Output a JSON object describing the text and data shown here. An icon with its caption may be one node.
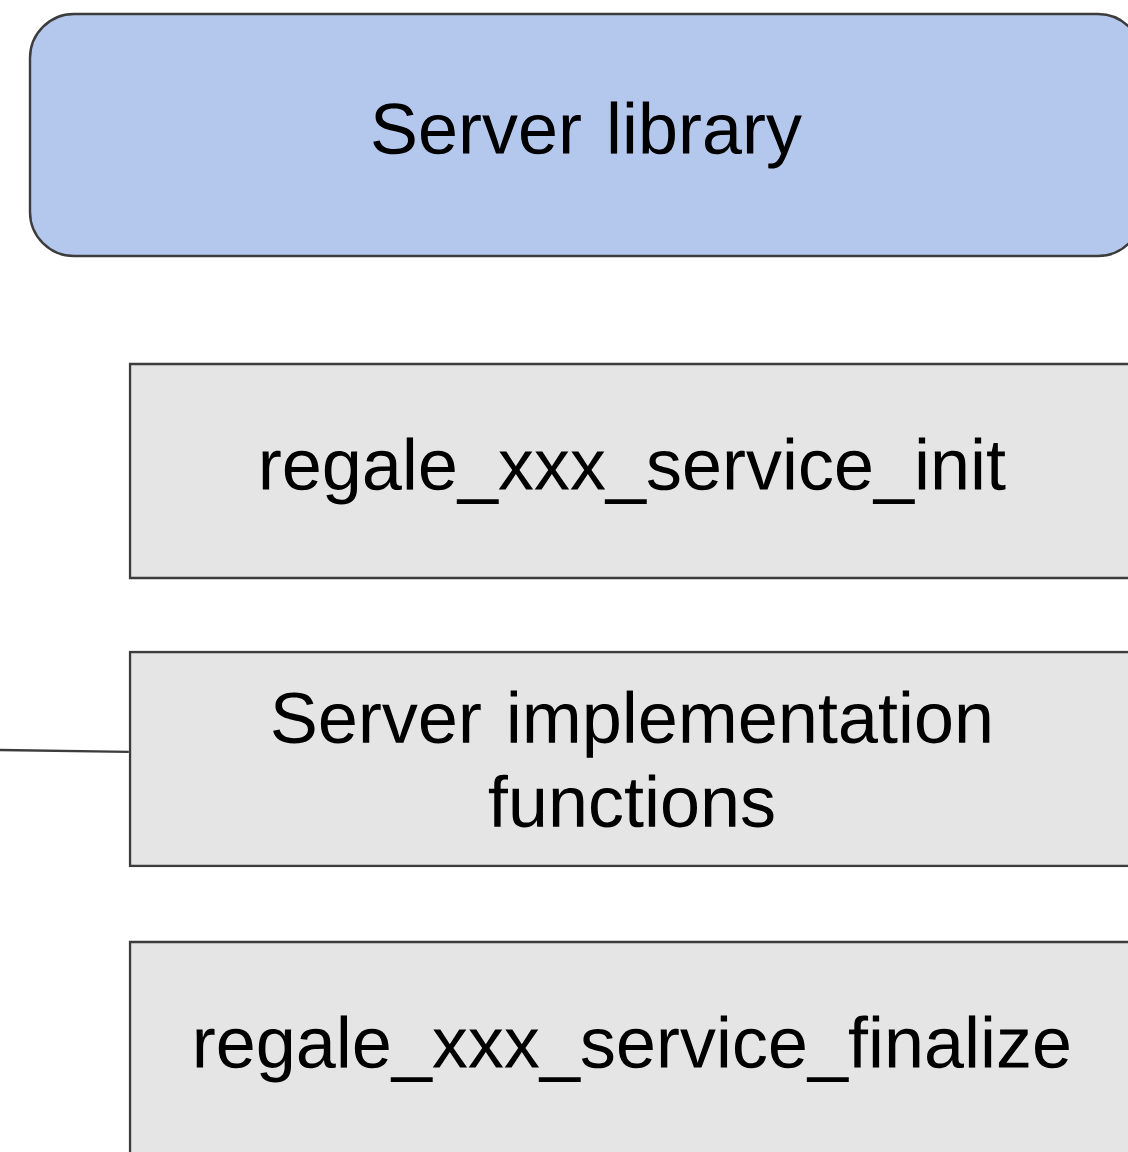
{
  "diagram": {
    "nodes": [
      {
        "text": [
          "Server library"
        ]
      },
      {
        "text": [
          "regale_xxx_service_init"
        ]
      },
      {
        "text": [
          "Server implementation functions"
        ]
      },
      {
        "text": [
          "regale_xxx_service_finalize"
        ]
      }
    ],
    "edges": [
      {
        "from": null,
        "to": 2,
        "arrow": "none"
      }
    ]
  }
}
